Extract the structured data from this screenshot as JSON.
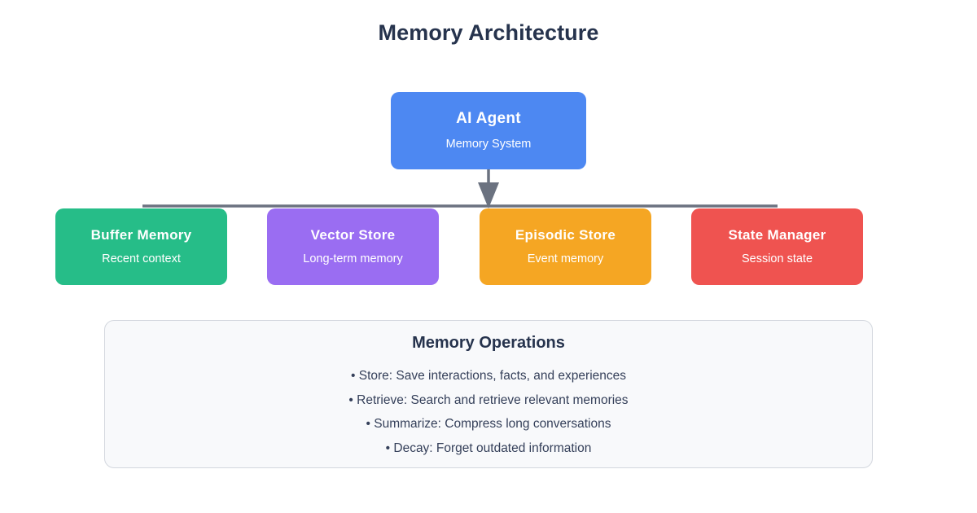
{
  "diagram": {
    "title": "Memory Architecture",
    "type": "hierarchy-diagram",
    "background": "#ffffff",
    "title_color": "#26334d",
    "connector_color": "#6b7280"
  },
  "root_node": {
    "title": "AI Agent",
    "subtitle": "Memory System",
    "color": "#4d88f2",
    "text_color": "#ffffff"
  },
  "children": [
    {
      "title": "Buffer Memory",
      "subtitle": "Recent context",
      "color": "#26bd88",
      "text_color": "#ffffff"
    },
    {
      "title": "Vector Store",
      "subtitle": "Long-term memory",
      "color": "#9a6df2",
      "text_color": "#ffffff"
    },
    {
      "title": "Episodic Store",
      "subtitle": "Event memory",
      "color": "#f5a623",
      "text_color": "#ffffff"
    },
    {
      "title": "State Manager",
      "subtitle": "Session state",
      "color": "#ef5350",
      "text_color": "#ffffff"
    }
  ],
  "operations_panel": {
    "title": "Memory Operations",
    "background": "#f8f9fb",
    "border_color": "#d3d7de",
    "items": [
      "• Store: Save interactions, facts, and experiences",
      "• Retrieve: Search and retrieve relevant memories",
      "• Summarize: Compress long conversations",
      "• Decay: Forget outdated information"
    ]
  }
}
